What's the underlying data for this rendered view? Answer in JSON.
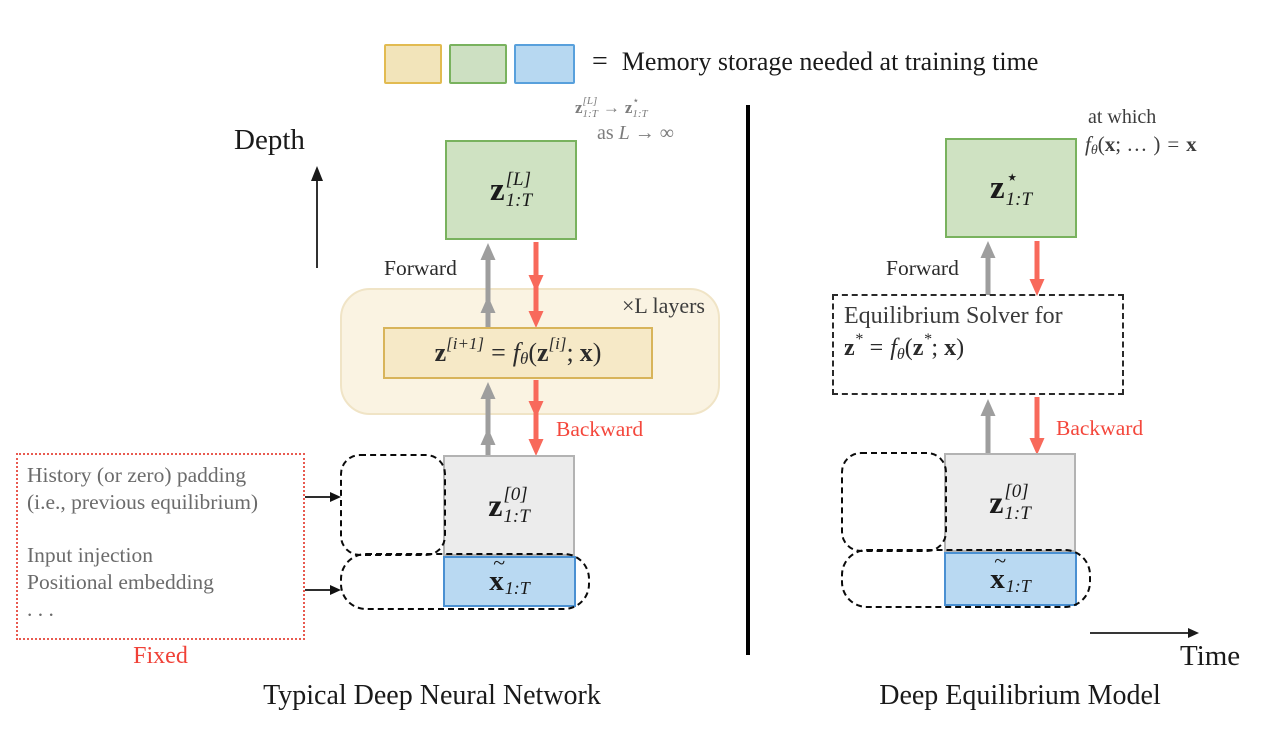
{
  "legend": {
    "equals": "=",
    "label": "Memory storage needed at training time"
  },
  "colors": {
    "memory_yellow_fill": "#F2E4BA",
    "memory_yellow_border": "#E2BB51",
    "memory_green_fill": "#CFE2C2",
    "memory_green_border": "#79B25E",
    "memory_blue_fill": "#B9D9F2",
    "memory_blue_border": "#4A90D2",
    "hidden_gray_fill": "#ECECEC",
    "hidden_gray_border": "#B3B3B3",
    "container_cream": "#FAF3E2",
    "forward_arrow_gray": "#9E9E9E",
    "backward_arrow_red": "#F8695B",
    "accent_red_text": "#F4473C"
  },
  "left": {
    "axis_label": "Depth",
    "caption": "Typical Deep Neural Network",
    "forward_label": "Forward",
    "backward_label": "Backward",
    "layers_label": "×L layers",
    "output_box": {
      "base": "z",
      "sup": "[L]",
      "sub": "1:T"
    },
    "convergence_note": {
      "a_base": "z",
      "a_sup": "[L]",
      "a_sub": "1:T",
      "arrow": "→",
      "b_base": "z",
      "b_sup": "⋆",
      "b_sub": "1:T",
      "as_word": "as",
      "as_var": "L",
      "as_rest": "→ ∞"
    },
    "layer_formula": {
      "lhs": "z",
      "lhs_sup": "[i+1]",
      "eq": "=",
      "f": "f",
      "f_sub": "θ",
      "open": "(",
      "arg": "z",
      "arg_sup": "[i]",
      "semi": ";",
      "x": "x",
      "close": ")"
    },
    "init_box": {
      "base": "z",
      "sup": "[0]",
      "sub": "1:T"
    },
    "input_box": {
      "base": "x",
      "tilde": "~",
      "sub": "1:T"
    },
    "history_box": {
      "lines": [
        "History (or zero) padding",
        "(i.e., previous equilibrium)",
        "Input injection",
        "Positional embedding",
        ". . ."
      ],
      "fixed_label": "Fixed"
    }
  },
  "right": {
    "axis_label": "Time",
    "caption": "Deep Equilibrium Model",
    "forward_label": "Forward",
    "backward_label": "Backward",
    "output_box": {
      "base": "z",
      "sup": "⋆",
      "sub": "1:T"
    },
    "fixedpoint_note": {
      "line1": "at which",
      "f": "f",
      "f_sub": "θ",
      "open": "(",
      "x1": "x",
      "mid": "; …",
      "close": ")",
      "eq": "=",
      "x2": "x"
    },
    "solver_box": {
      "title": "Equilibrium Solver for",
      "z1": "z",
      "z1_sup": "*",
      "eq": "=",
      "f": "f",
      "f_sub": "θ",
      "open": "(",
      "z2": "z",
      "z2_sup": "*",
      "semi": ";",
      "x": "x",
      "close": ")"
    },
    "init_box": {
      "base": "z",
      "sup": "[0]",
      "sub": "1:T"
    },
    "input_box": {
      "base": "x",
      "tilde": "~",
      "sub": "1:T"
    }
  }
}
